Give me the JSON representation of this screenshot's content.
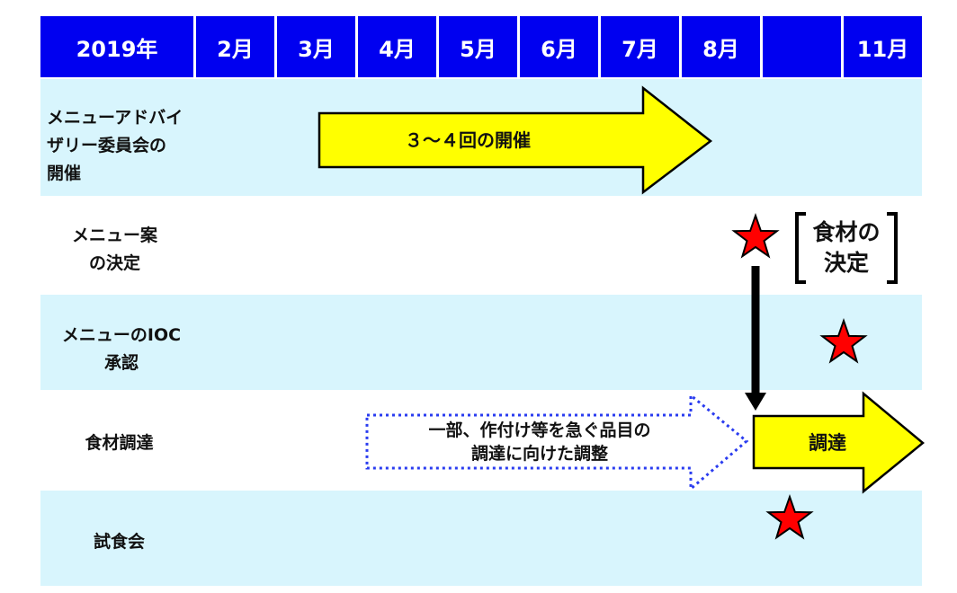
{
  "header": {
    "year": "2019年",
    "months": [
      "2月",
      "3月",
      "4月",
      "5月",
      "6月",
      "7月",
      "8月",
      "",
      "11月"
    ]
  },
  "rows": {
    "advisory": {
      "label": [
        "メニューアドバイ",
        "ザリー委員会の",
        "開催"
      ]
    },
    "menu_draft": {
      "label": [
        "メニュー案",
        "の決定"
      ]
    },
    "ioc": {
      "label": [
        "メニューのIOC",
        "承認"
      ]
    },
    "procurement": {
      "label": "食材調達"
    },
    "tasting": {
      "label": "試食会"
    }
  },
  "arrows": {
    "meetings": "３～４回の開催",
    "partial": [
      "一部、作付け等を急ぐ品目の",
      "調達に向けた調整"
    ],
    "procure": "調達"
  },
  "callout": {
    "lines": [
      "食材の",
      "決定"
    ]
  },
  "colors": {
    "header_bg": "#0000f0",
    "row_shade": "#d8f5fd",
    "arrow_fill": "#ffff00",
    "star_fill": "#ff0000",
    "dotted_stroke": "#2a3cf0"
  }
}
